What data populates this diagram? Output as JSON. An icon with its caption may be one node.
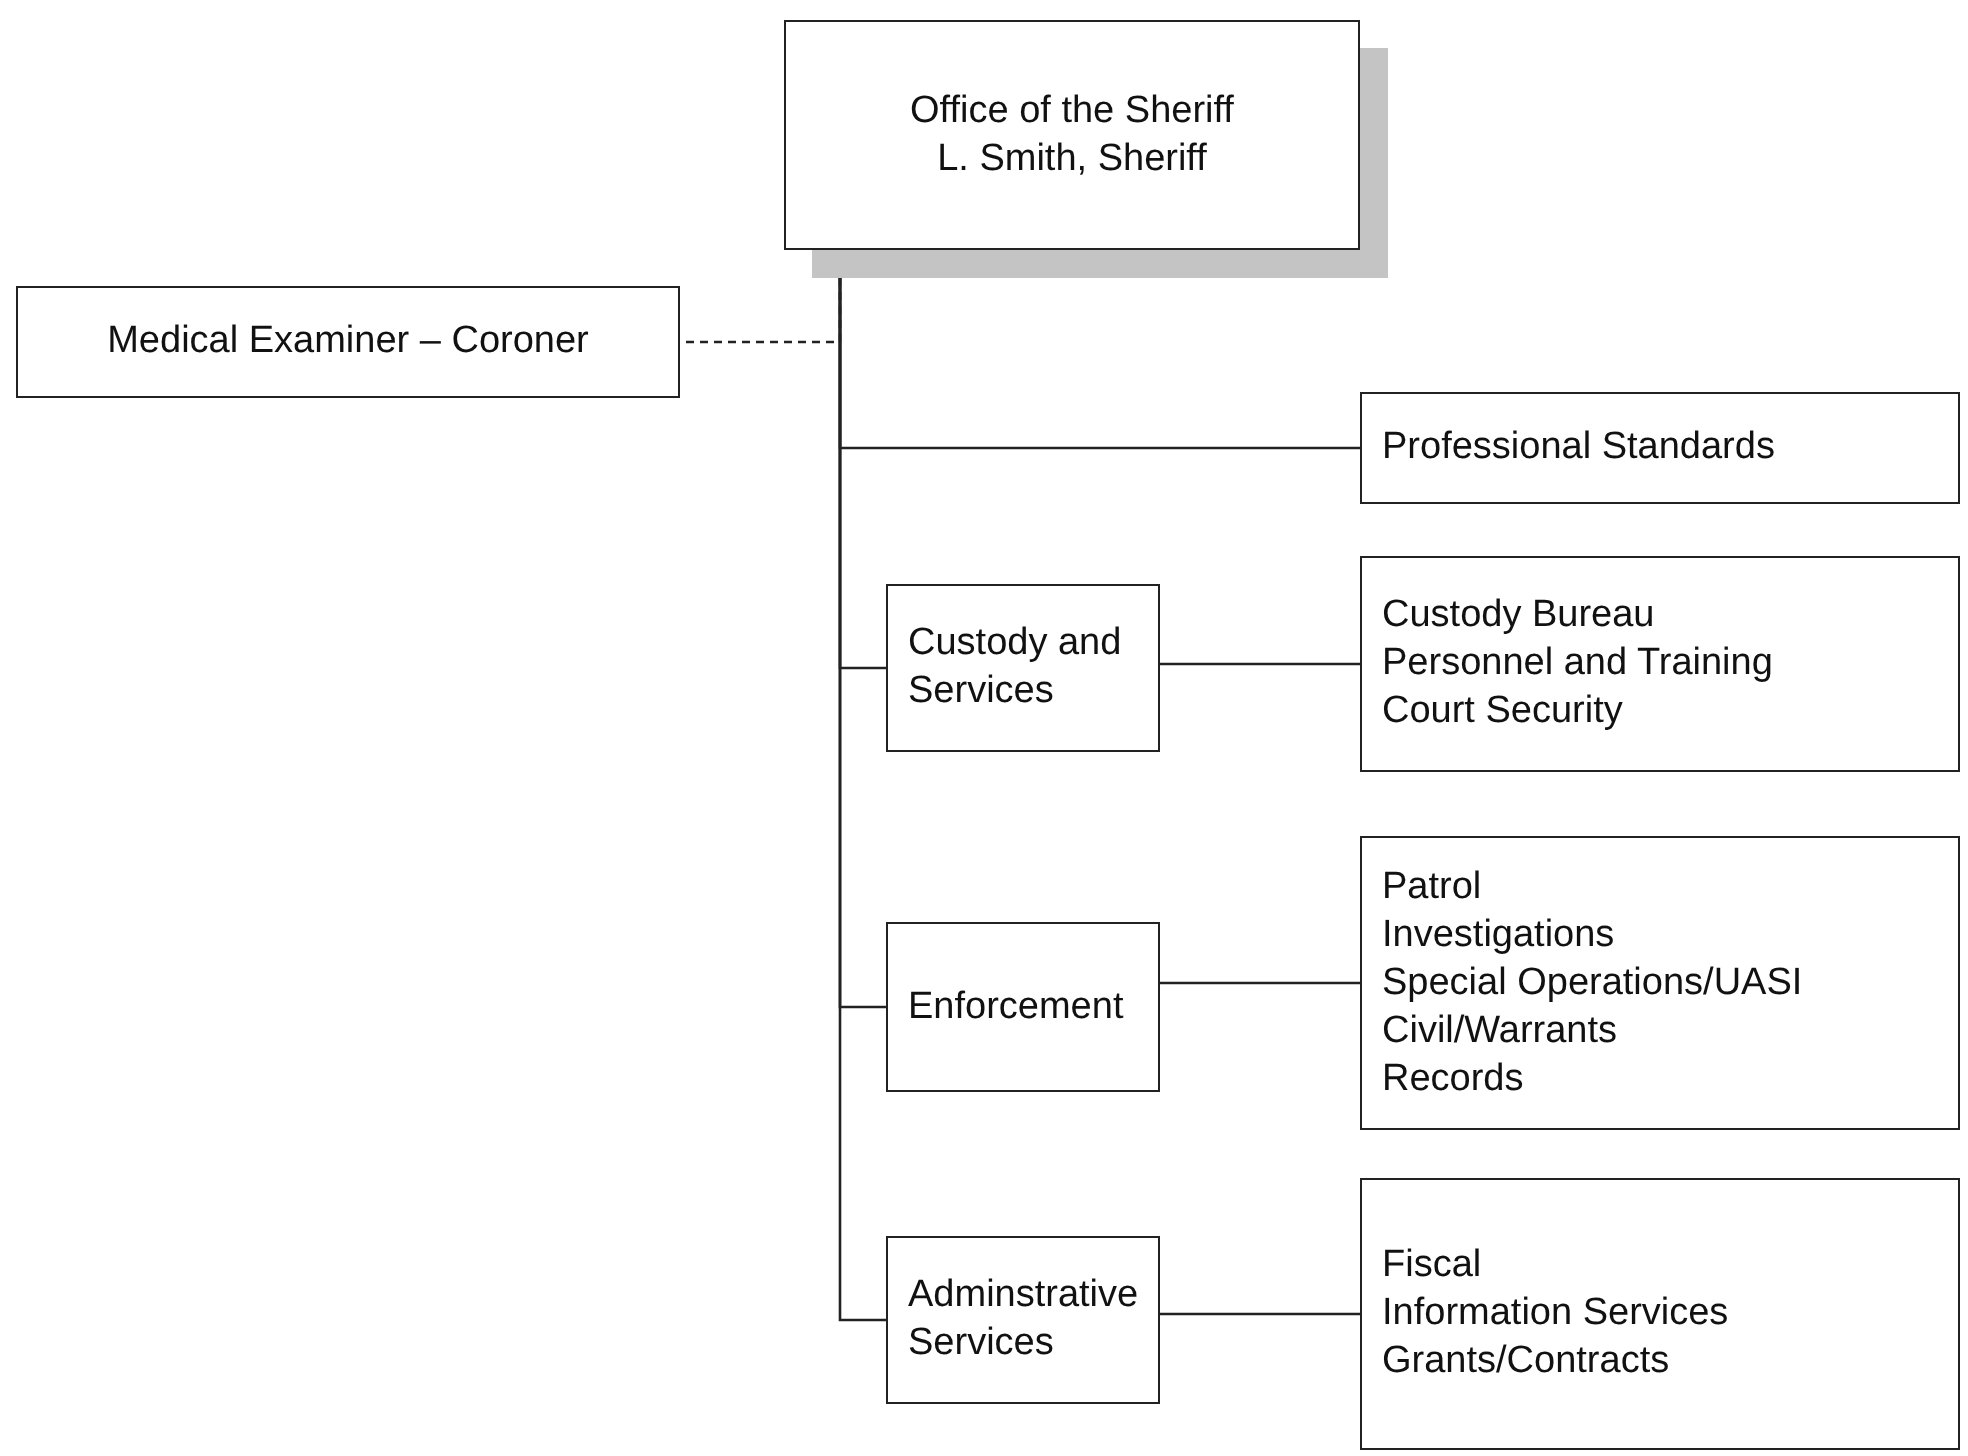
{
  "diagram": {
    "nodes": [
      {
        "text": [
          "Office of the Sheriff",
          "L. Smith, Sheriff"
        ]
      },
      {
        "text": [
          "Medical Examiner – Coroner"
        ]
      },
      {
        "text": [
          "Professional Standards"
        ]
      },
      {
        "text": [
          "Custody and Services"
        ]
      },
      {
        "text": [
          "Custody Bureau",
          "Personnel and Training",
          "Court Security"
        ]
      },
      {
        "text": [
          "Enforcement"
        ]
      },
      {
        "text": [
          "Patrol",
          "Investigations",
          "Special Operations/UASI",
          "Civil/Warrants",
          "Records"
        ]
      },
      {
        "text": [
          "Adminstrative Services"
        ]
      },
      {
        "text": [
          "Fiscal",
          "Information Services",
          "Grants/Contracts"
        ]
      }
    ],
    "edges": [
      {
        "from": 0,
        "to": 1,
        "arrow": "none",
        "style": "dashed"
      },
      {
        "from": 0,
        "to": 2,
        "arrow": "none"
      },
      {
        "from": 0,
        "to": 3,
        "arrow": "none"
      },
      {
        "from": 0,
        "to": 5,
        "arrow": "none"
      },
      {
        "from": 0,
        "to": 7,
        "arrow": "none"
      },
      {
        "from": 3,
        "to": 4,
        "arrow": "none"
      },
      {
        "from": 5,
        "to": 6,
        "arrow": "none"
      },
      {
        "from": 7,
        "to": 8,
        "arrow": "none"
      }
    ]
  }
}
